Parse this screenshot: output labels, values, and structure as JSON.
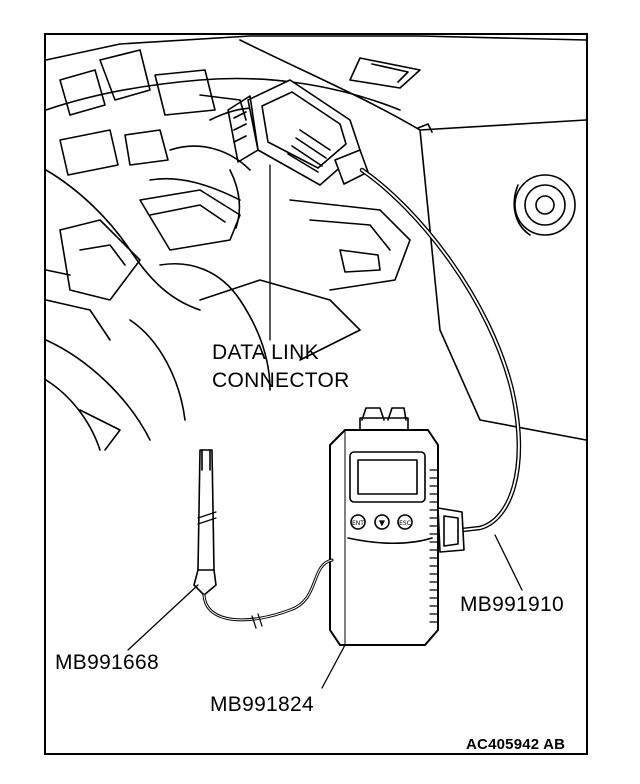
{
  "labels": {
    "connector_line1": "DATA LINK",
    "connector_line2": "CONNECTOR",
    "cable": "MB991910",
    "probe": "MB991668",
    "tester": "MB991824"
  },
  "figure_code": "AC405942 AB",
  "device_buttons": [
    {
      "name": "enter-button",
      "glyph": "ENT"
    },
    {
      "name": "down-arrow-button",
      "glyph": "▼"
    },
    {
      "name": "esc-button",
      "glyph": "ESC"
    }
  ]
}
